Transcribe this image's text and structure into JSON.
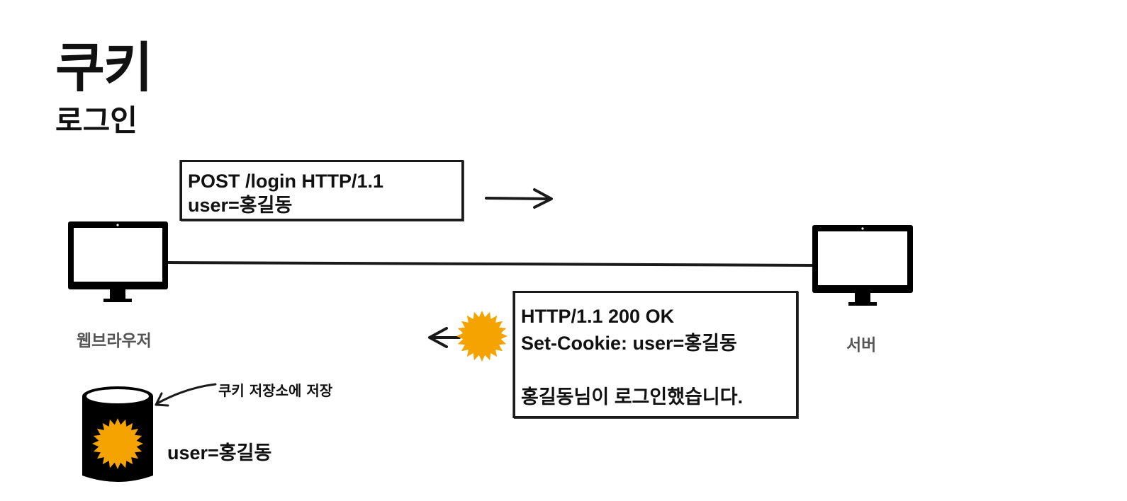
{
  "title": "쿠키",
  "subtitle": "로그인",
  "client_label": "웹브라우저",
  "server_label": "서버",
  "request": {
    "line1": "POST /login HTTP/1.1",
    "line2": "user=홍길동"
  },
  "response": {
    "line1": "HTTP/1.1 200 OK",
    "line2": "Set-Cookie: user=홍길동",
    "line3": "홍길동님이 로그인했습니다."
  },
  "storage_annotation": "쿠키 저장소에 저장",
  "stored_cookie": "user=홍길동",
  "colors": {
    "cookie": "#f5a300",
    "ink": "#111111",
    "label_gray": "#555555"
  }
}
